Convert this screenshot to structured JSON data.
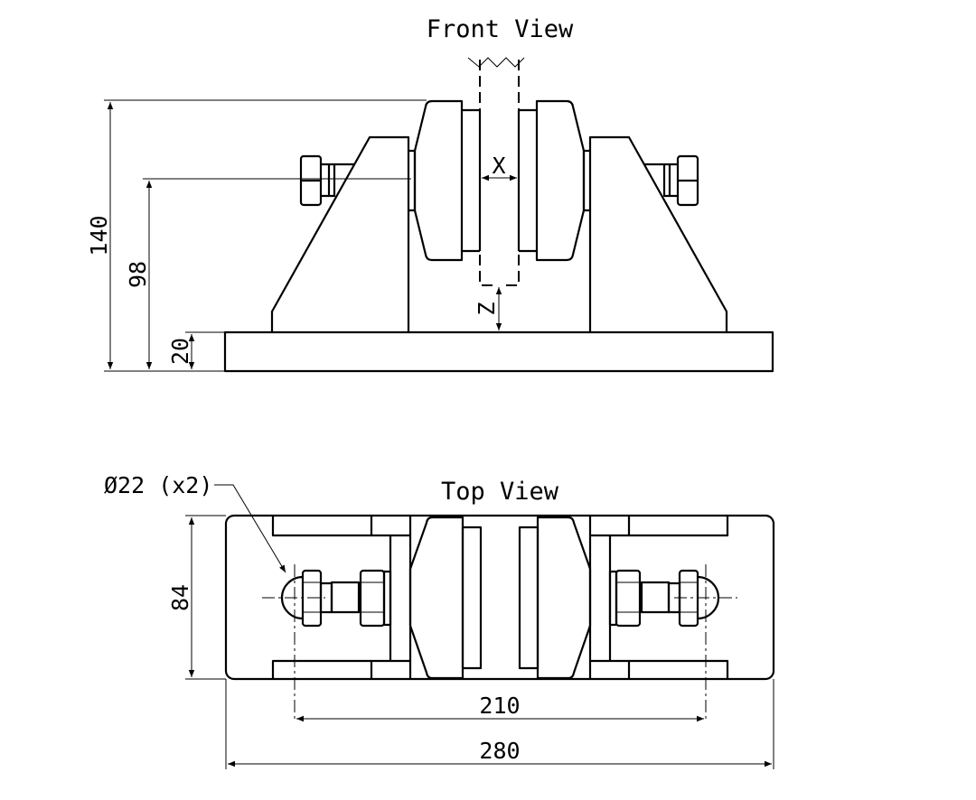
{
  "front_view": {
    "title": "Front View",
    "labels": {
      "gap": "X",
      "height": "Z"
    },
    "dimensions": {
      "overall_height": "140",
      "bolt_height": "98",
      "base_thickness": "20"
    }
  },
  "top_view": {
    "title": "Top View",
    "callout": "Ø22 (x2)",
    "dimensions": {
      "width": "84",
      "bolt_spacing": "210",
      "overall_length": "280"
    }
  }
}
